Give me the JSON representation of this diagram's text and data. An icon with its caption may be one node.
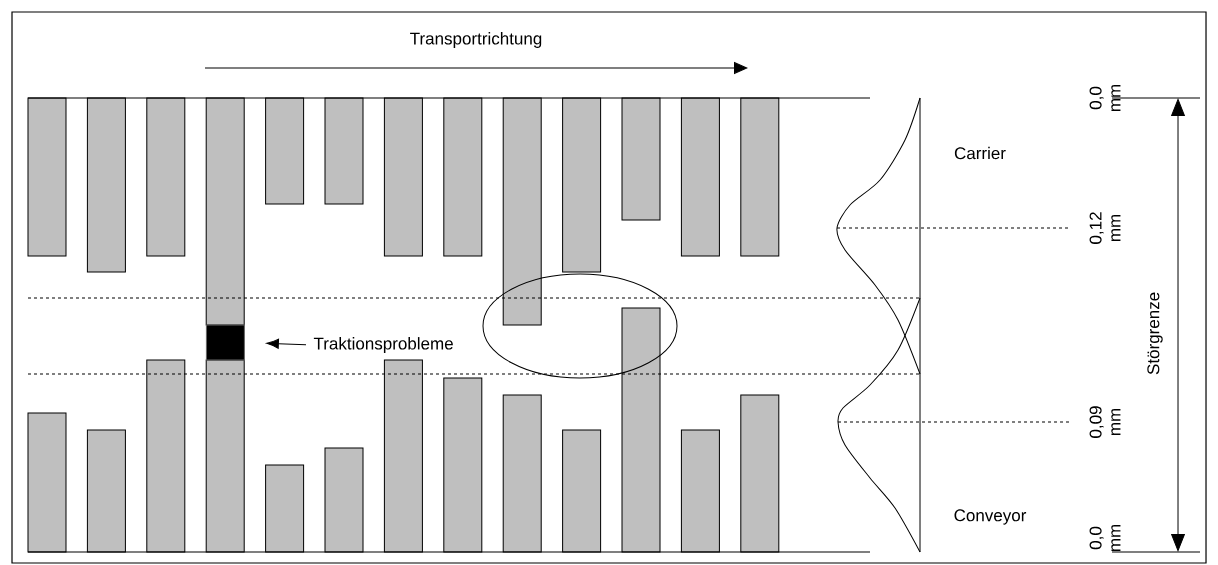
{
  "diagram": {
    "nodes": [
      {
        "text": [
          "Traktionsprobleme"
        ]
      },
      {
        "text": [],
        "shape": "box"
      }
    ],
    "edges": [
      {
        "from": 0,
        "to": 1,
        "arrow": "to"
      }
    ],
    "labels": [
      "Transportrichtung",
      "0,0 mm",
      "Carrier",
      "0,12 mm",
      "Störgrenze",
      "0,09 mm",
      "Conveyor",
      "0,0 mm"
    ]
  }
}
